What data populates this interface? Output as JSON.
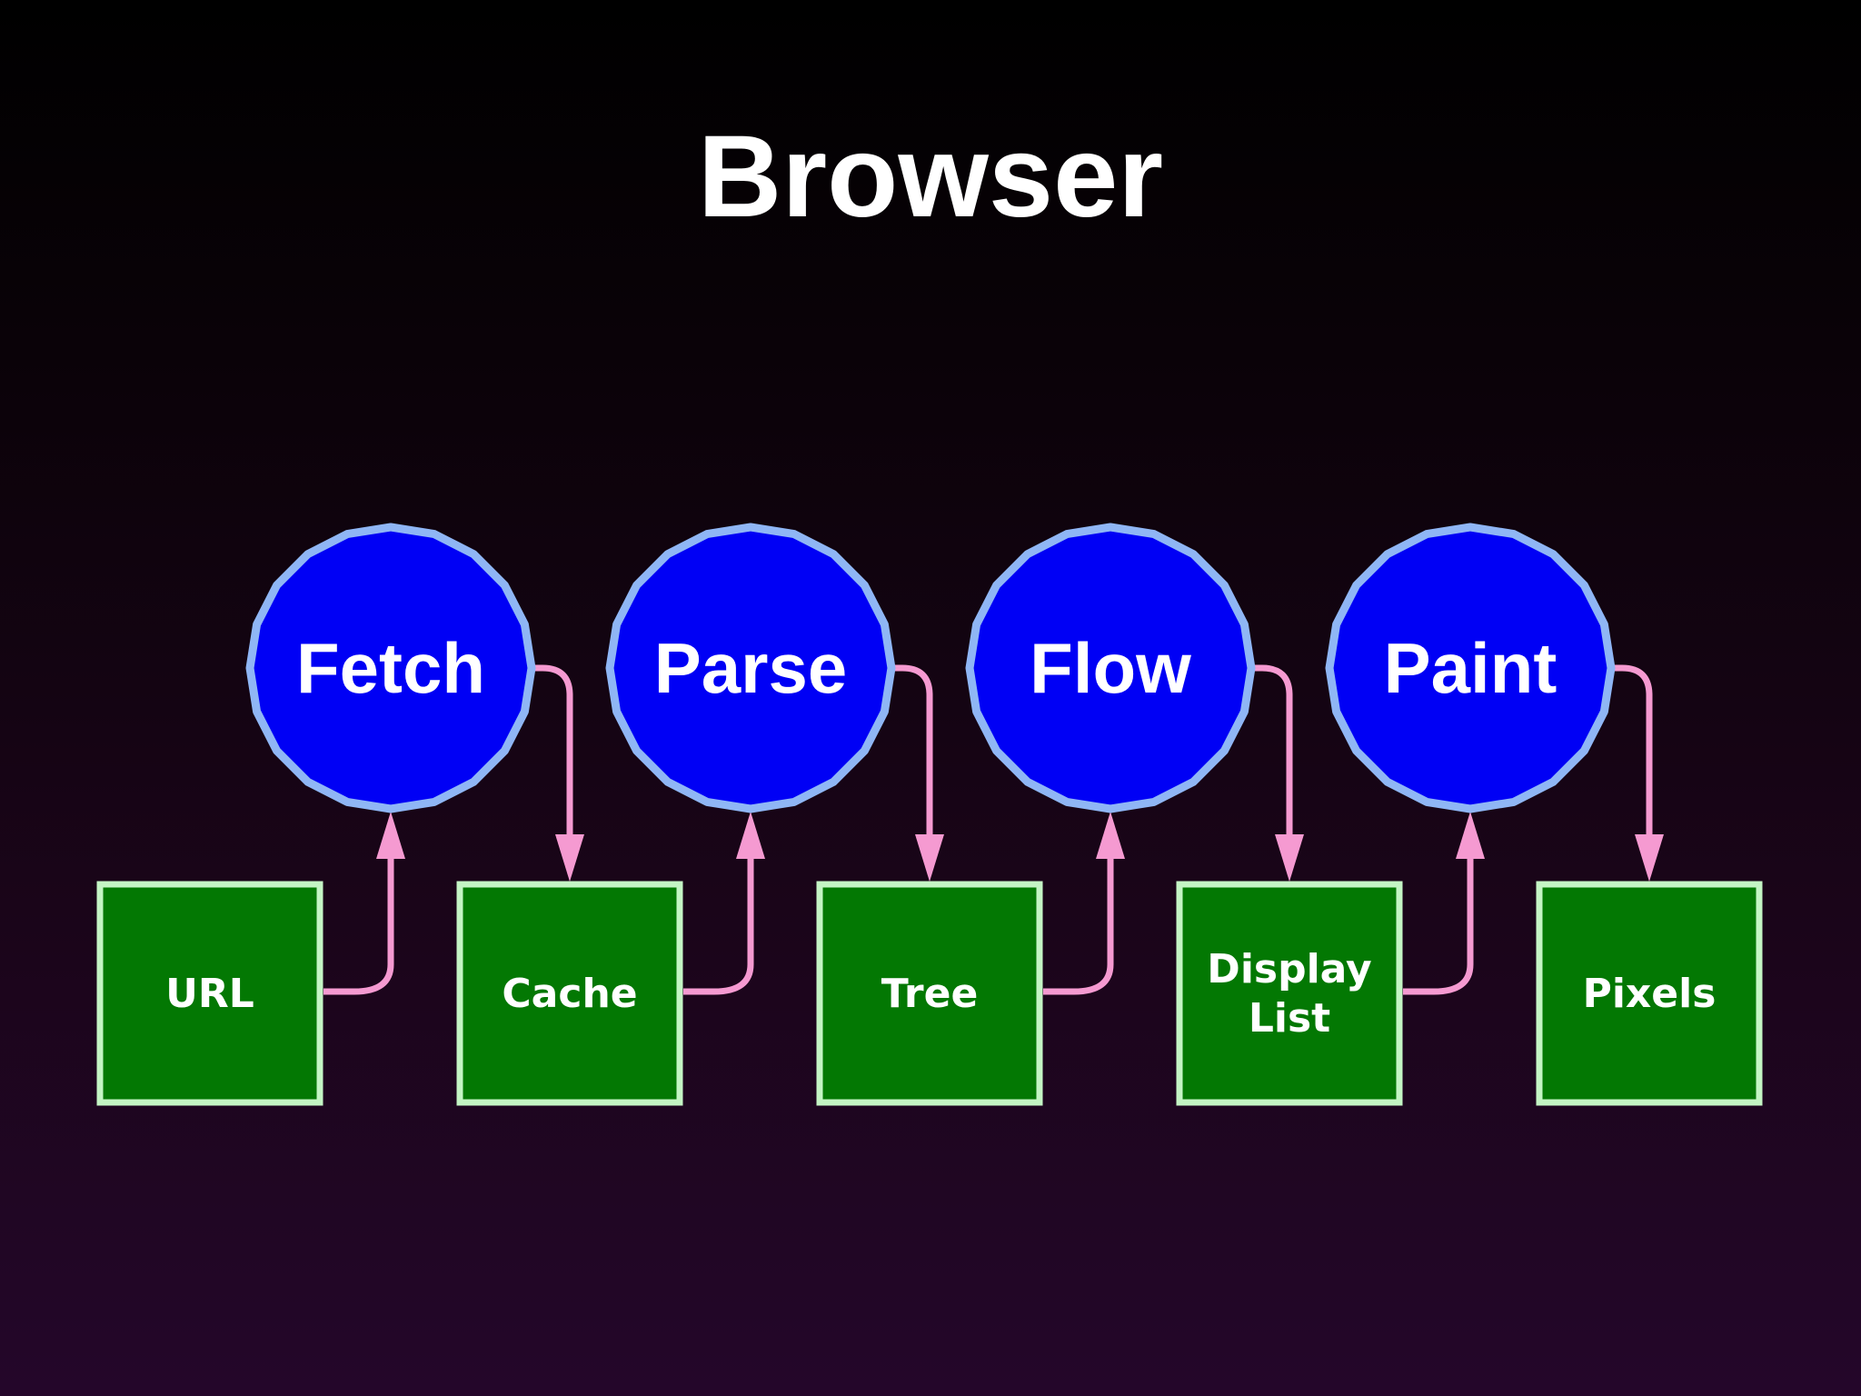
{
  "title": "Browser",
  "processes": [
    {
      "label": "Fetch"
    },
    {
      "label": "Parse"
    },
    {
      "label": "Flow"
    },
    {
      "label": "Paint"
    }
  ],
  "data_items": [
    {
      "lines": [
        "URL"
      ]
    },
    {
      "lines": [
        "Cache"
      ]
    },
    {
      "lines": [
        "Tree"
      ]
    },
    {
      "lines": [
        "Display",
        "List"
      ]
    },
    {
      "lines": [
        "Pixels"
      ]
    }
  ],
  "colors": {
    "process_fill": "#0000f5",
    "process_border": "#8fb6f5",
    "data_fill": "#037803",
    "data_border": "#c4f5c4",
    "arrow": "#f59ad1",
    "text": "#ffffff"
  }
}
